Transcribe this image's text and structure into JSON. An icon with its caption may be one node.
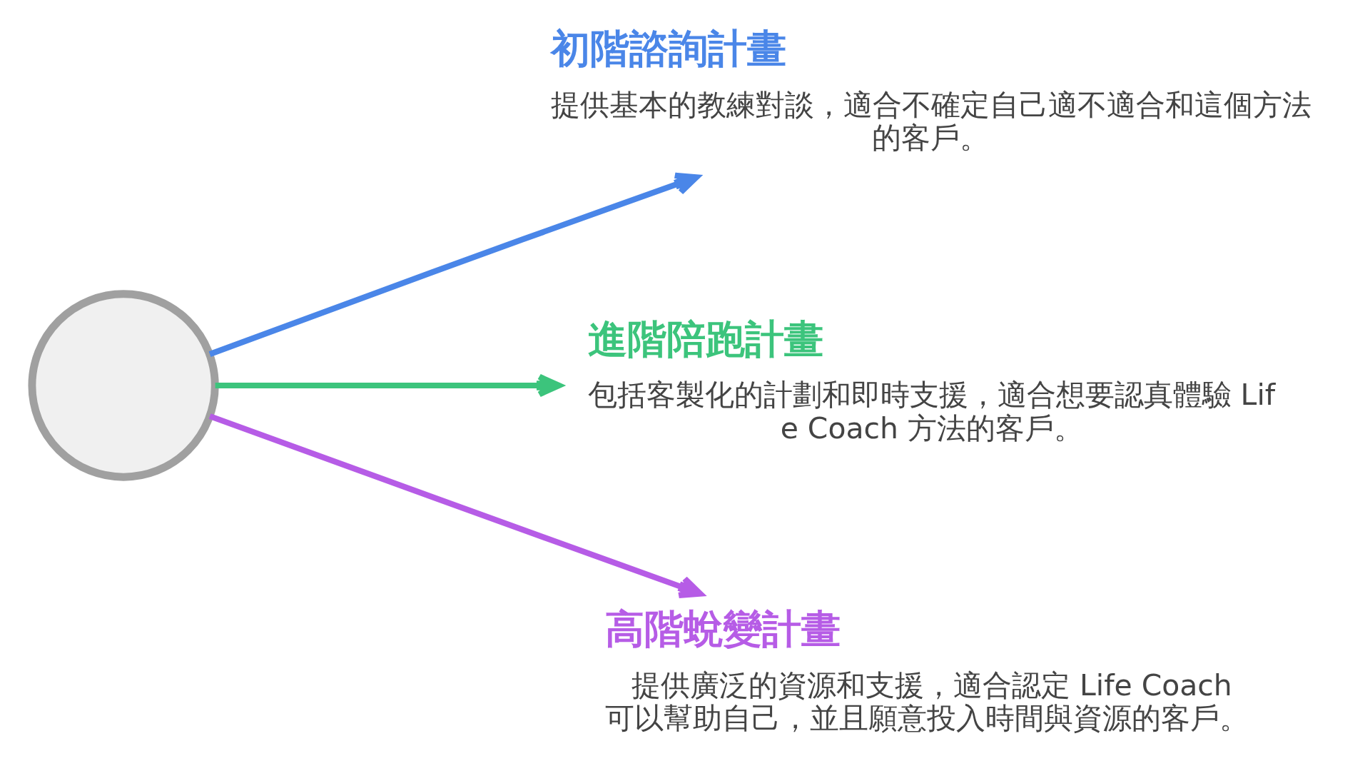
{
  "diagram": {
    "nodes": [
      {
        "text": [],
        "shape": "circle"
      },
      {
        "text": [
          "初階諮詢計畫",
          "提供基本的教練對談，適合不確定自己適不適合和這個方法的客戶。"
        ]
      },
      {
        "text": [
          "進階陪跑計畫",
          "包括客製化的計劃和即時支援，適合想要認真體驗 Life Coach 方法的客戶。"
        ]
      },
      {
        "text": [
          "高階蛻變計畫",
          "提供廣泛的資源和支援，適合認定 Life Coach 可以幫助自己，並且願意投入時間與資源的客戶。"
        ]
      }
    ],
    "edges": [
      {
        "from": 0,
        "to": 1,
        "arrow": "to",
        "color": "#4a86e8"
      },
      {
        "from": 0,
        "to": 2,
        "arrow": "to",
        "color": "#3cc47c"
      },
      {
        "from": 0,
        "to": 3,
        "arrow": "to",
        "color": "#b65ce6"
      }
    ]
  }
}
